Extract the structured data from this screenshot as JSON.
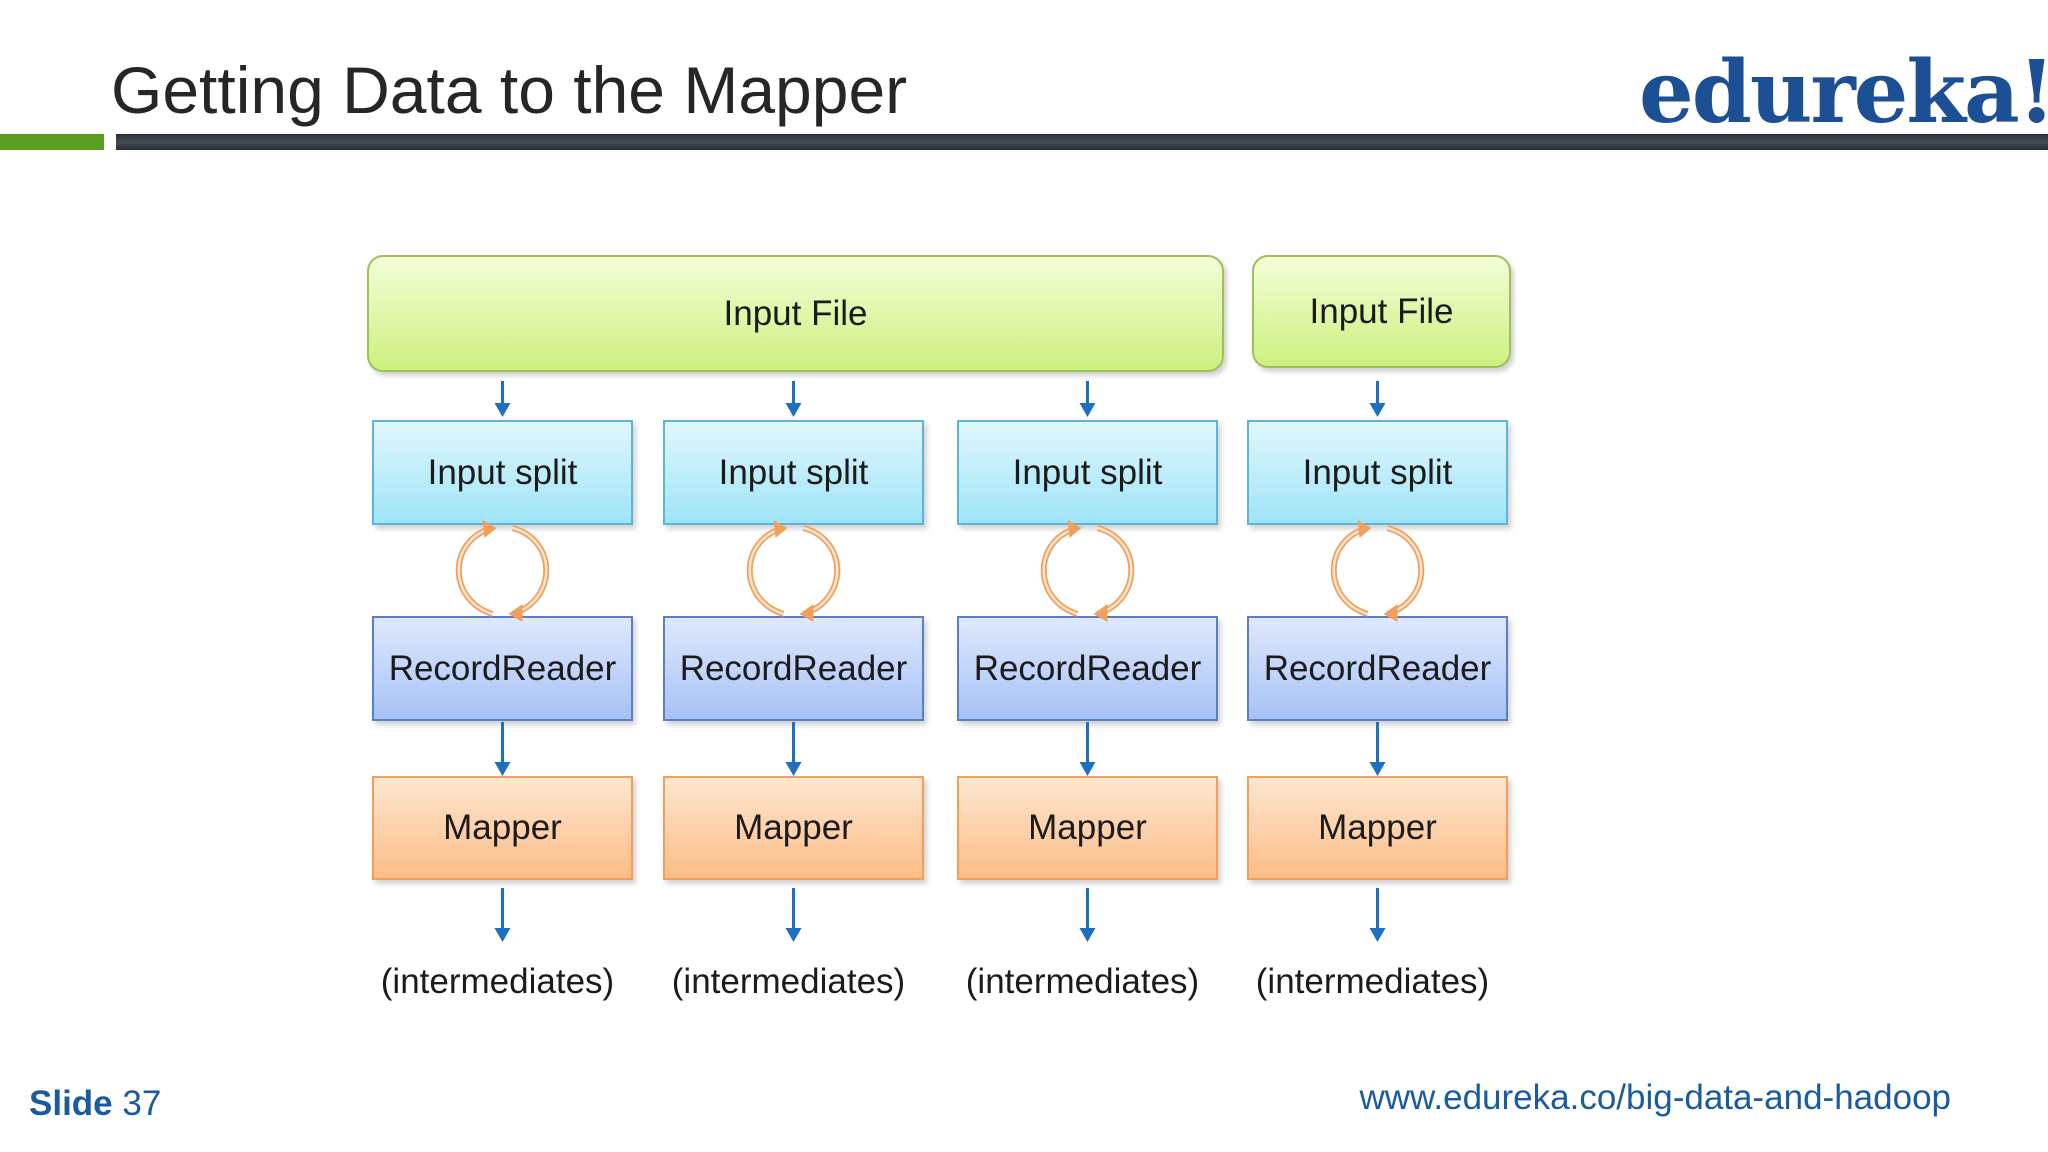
{
  "header": {
    "title": "Getting Data to the Mapper",
    "logo": "edureka!"
  },
  "diagram": {
    "input_files": [
      "Input File",
      "Input File"
    ],
    "columns": [
      {
        "split": "Input split",
        "reader": "RecordReader",
        "mapper": "Mapper",
        "output": "(intermediates)"
      },
      {
        "split": "Input split",
        "reader": "RecordReader",
        "mapper": "Mapper",
        "output": "(intermediates)"
      },
      {
        "split": "Input split",
        "reader": "RecordReader",
        "mapper": "Mapper",
        "output": "(intermediates)"
      },
      {
        "split": "Input split",
        "reader": "RecordReader",
        "mapper": "Mapper",
        "output": "(intermediates)"
      }
    ]
  },
  "footer": {
    "slide_label": "Slide",
    "slide_number": "37",
    "url": "www.edureka.co/big-data-and-hadoop"
  },
  "colors": {
    "arrow": "#1f6fc0",
    "cycle": "#f0a05c",
    "brand": "#1c4f93"
  }
}
